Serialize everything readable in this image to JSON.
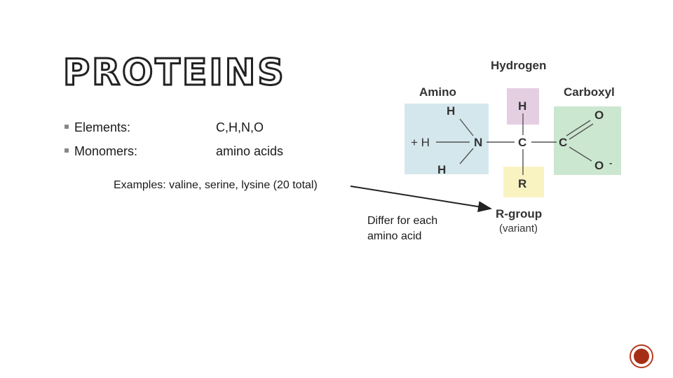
{
  "slide": {
    "title": "PROTEINS",
    "bullets": [
      {
        "label": "Elements:",
        "value": "C,H,N,O"
      },
      {
        "label": "Monomers:",
        "value": "amino acids"
      }
    ],
    "examples": "Examples: valine, serine, lysine (20 total)",
    "note": "Differ for each amino acid"
  },
  "diagram": {
    "labels": {
      "hydrogen": "Hydrogen",
      "amino": "Amino",
      "carboxyl": "Carboxyl",
      "rgroup": "R-group",
      "variant": "(variant)"
    },
    "atoms": {
      "amino_top_h": "H",
      "amino_plus_h": "+ H",
      "nitrogen": "N",
      "amino_bottom_h": "H",
      "hydrogen_h": "H",
      "alpha_carbon": "C",
      "carboxyl_carbon": "C",
      "oxygen_top": "O",
      "oxygen_bottom": "O",
      "oxygen_charge": "-",
      "r_atom": "R"
    },
    "colors": {
      "amino": "#d4e7ec",
      "hydrogen": "#e4cfe2",
      "carboxyl": "#cce7d0",
      "rgroup": "#f9f3c2"
    }
  }
}
